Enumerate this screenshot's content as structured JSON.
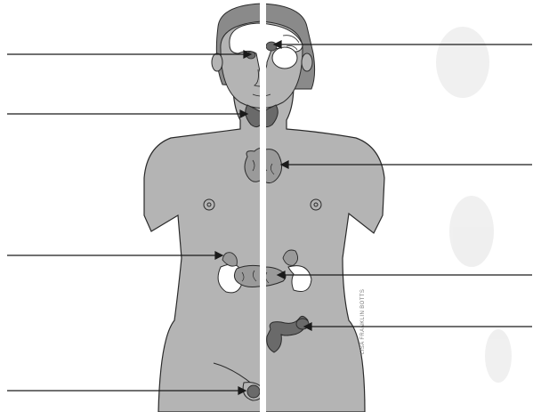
{
  "diagram": {
    "subject": "human endocrine system, front view (male half left, female half right)",
    "glands": [
      {
        "id": "pituitary",
        "side": "right-top"
      },
      {
        "id": "hypothalamus-pineal",
        "side": "left-top"
      },
      {
        "id": "thyroid",
        "side": "left"
      },
      {
        "id": "thymus",
        "side": "right"
      },
      {
        "id": "adrenal-glands",
        "side": "left"
      },
      {
        "id": "pancreas",
        "side": "right"
      },
      {
        "id": "ovary",
        "side": "right"
      },
      {
        "id": "testis",
        "side": "left"
      }
    ],
    "label_lines": {
      "left_count": 4,
      "right_count": 4,
      "labels_blank": true
    },
    "colors": {
      "skin": "#b4b4b4",
      "organ": "#6a6a6a",
      "hair": "#8a8a8a",
      "outline": "#2a2a2a",
      "kidney": "#ffffff",
      "divider": "#ffffff"
    },
    "credit": "LISA FRANKLIN BOTTS"
  }
}
